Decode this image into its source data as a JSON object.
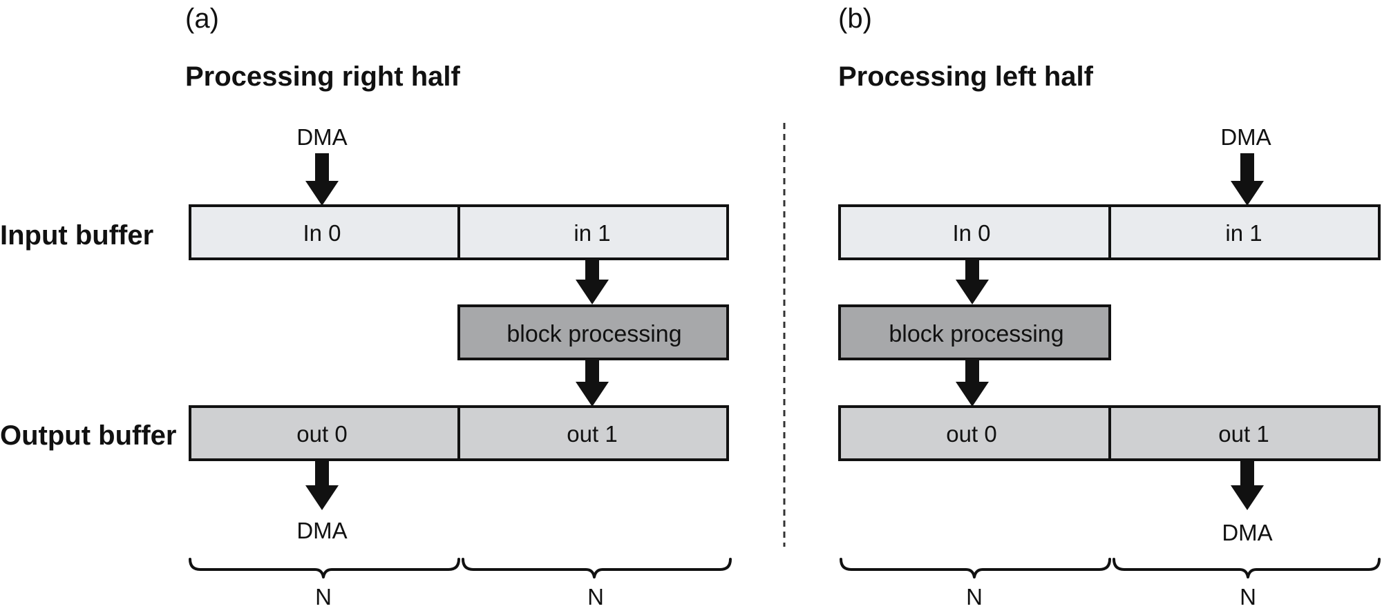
{
  "panel_a": {
    "tag": "(a)",
    "title": "Processing right half",
    "dma_in": "DMA",
    "dma_out": "DMA",
    "in0": "In 0",
    "in1": "in 1",
    "block": "block processing",
    "out0": "out 0",
    "out1": "out 1",
    "n_left": "N",
    "n_right": "N"
  },
  "panel_b": {
    "tag": "(b)",
    "title": "Processing left half",
    "dma_in": "DMA",
    "dma_out": "DMA",
    "in0": "In 0",
    "in1": "in 1",
    "block": "block processing",
    "out0": "out 0",
    "out1": "out 1",
    "n_left": "N",
    "n_right": "N"
  },
  "row_labels": {
    "input": "Input buffer",
    "output": "Output buffer"
  }
}
